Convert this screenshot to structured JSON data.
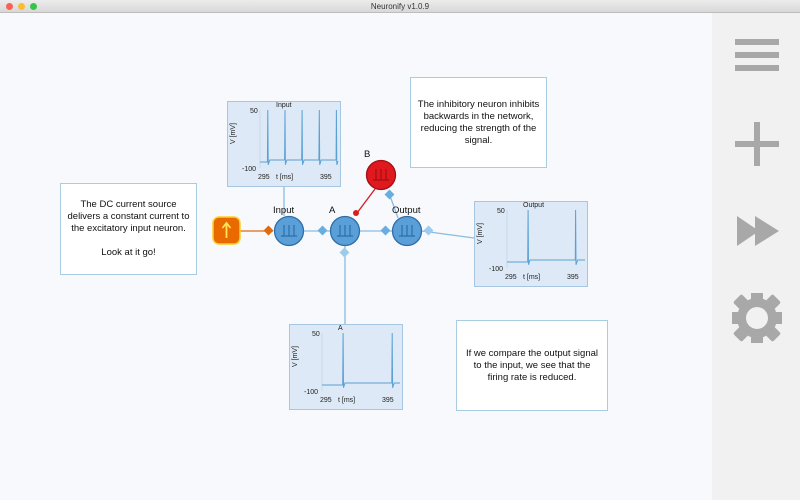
{
  "window": {
    "title": "Neuronify v1.0.9"
  },
  "colors": {
    "neuron": "#5a9fd8",
    "inhibitory": "#e0191e",
    "source": "#e86a00",
    "edge": "#88bde0"
  },
  "sidebar": [
    {
      "icon": "menu-icon"
    },
    {
      "icon": "plus-icon"
    },
    {
      "icon": "fast-forward-icon"
    },
    {
      "icon": "gear-icon"
    }
  ],
  "neurons": {
    "input": "Input",
    "a": "A",
    "b": "B",
    "output": "Output"
  },
  "notes": {
    "dc": [
      "The DC current source delivers a constant current to the excitatory input neuron.",
      "Look at it go!"
    ],
    "inhib": "The inhibitory neuron inhibits backwards in the network, reducing the strength of the signal.",
    "compare": "If we compare the output signal to the input, we see that the firing rate is reduced."
  },
  "plots": [
    {
      "title": "Input",
      "ymax": "50",
      "ymin": "-100",
      "ylabel": "V [mV]",
      "xmin": "295",
      "xmax": "395",
      "xlabel": "t [ms]",
      "spikes": [
        0.1,
        0.32,
        0.54,
        0.76,
        0.98
      ]
    },
    {
      "title": "Output",
      "ymax": "50",
      "ymin": "-100",
      "ylabel": "V [mV]",
      "xmin": "295",
      "xmax": "395",
      "xlabel": "t [ms]",
      "spikes": [
        0.27,
        0.88
      ]
    },
    {
      "title": "A",
      "ymax": "50",
      "ymin": "-100",
      "ylabel": "V [mV]",
      "xmin": "295",
      "xmax": "395",
      "xlabel": "t [ms]",
      "spikes": [
        0.27,
        0.9
      ]
    }
  ]
}
